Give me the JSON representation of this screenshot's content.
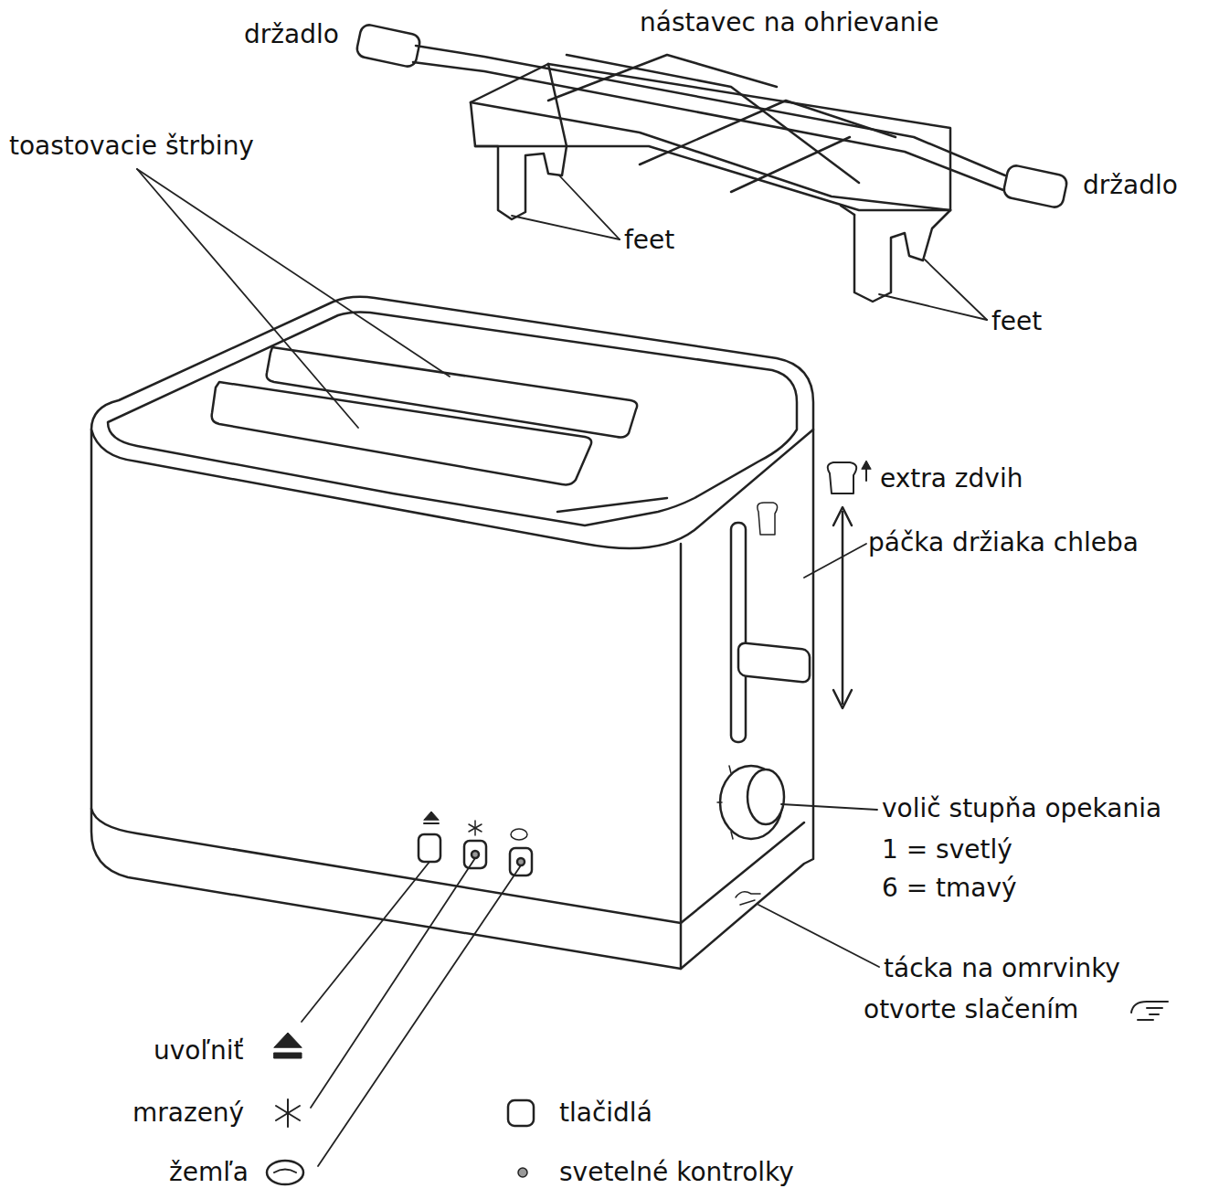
{
  "diagram": {
    "labels": [
      "držadlo",
      "nástavec na ohrievanie",
      "toastovacie štrbiny",
      "držadlo",
      "feet",
      "feet",
      "extra zdvih",
      "páčka držiaka chleba",
      "volič stupňa opekania",
      "1 = svetlý",
      "6 = tmavý",
      "tácka na omrvinky",
      "otvorte slačením",
      "uvoľniť",
      "mrazený",
      "žemľa"
    ],
    "legend": [
      {
        "text": "tlačidlá"
      },
      {
        "text": "svetelné kontrolky"
      }
    ]
  }
}
